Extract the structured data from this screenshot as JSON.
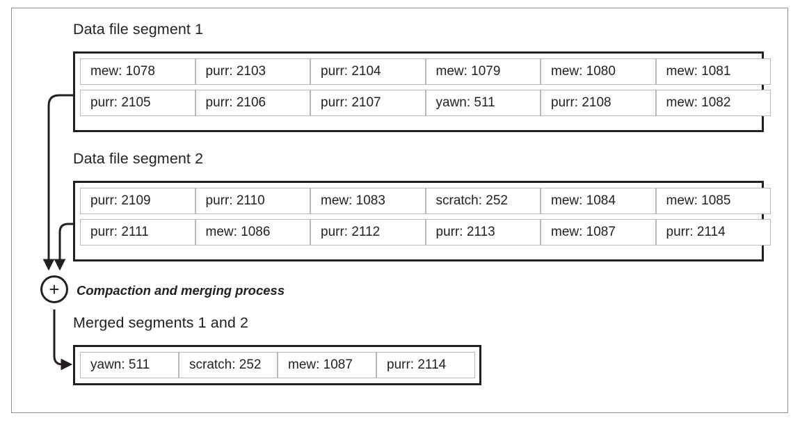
{
  "diagram": {
    "title_segment1": "Data file segment 1",
    "title_segment2": "Data file segment 2",
    "title_merged": "Merged segments 1 and 2",
    "merge_caption": "Compaction and merging process",
    "merge_symbol": "+",
    "colors": {
      "ink": "#231f20",
      "cell_border": "#b9b9bb",
      "frame": "#8e8e90",
      "background": "#ffffff"
    },
    "segment1": {
      "rows": [
        [
          "mew: 1078",
          "purr: 2103",
          "purr: 2104",
          "mew: 1079",
          "mew: 1080",
          "mew: 1081"
        ],
        [
          "purr: 2105",
          "purr: 2106",
          "purr: 2107",
          "yawn: 511",
          "purr: 2108",
          "mew: 1082"
        ]
      ]
    },
    "segment2": {
      "rows": [
        [
          "purr: 2109",
          "purr: 2110",
          "mew: 1083",
          "scratch: 252",
          "mew: 1084",
          "mew: 1085"
        ],
        [
          "purr: 2111",
          "mew: 1086",
          "purr: 2112",
          "purr: 2113",
          "mew: 1087",
          "purr: 2114"
        ]
      ]
    },
    "merged": {
      "rows": [
        [
          "yawn: 511",
          "scratch: 252",
          "mew: 1087",
          "purr: 2114"
        ]
      ]
    }
  }
}
